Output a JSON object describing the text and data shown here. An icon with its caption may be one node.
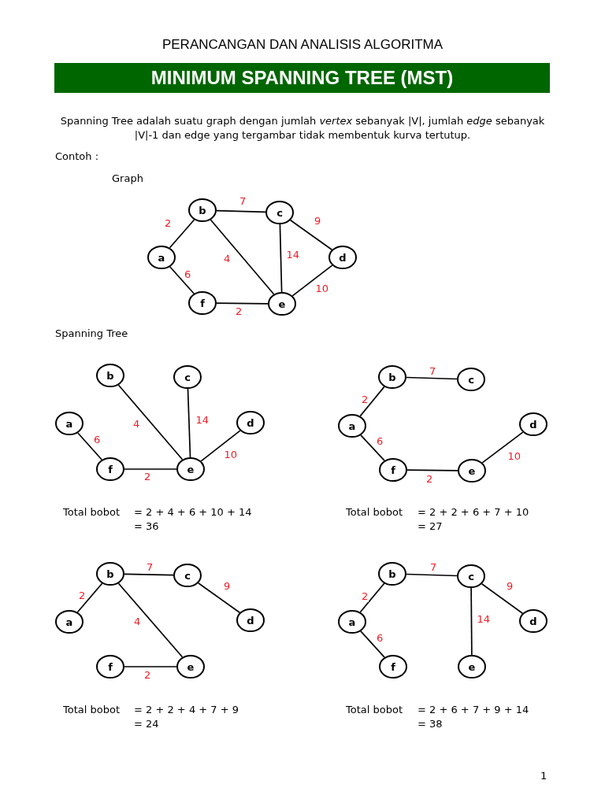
{
  "diagram": {
    "title": "MINIMUM SPANNING TREE (MST)",
    "nodes": [
      {
        "text": [
          "a"
        ]
      },
      {
        "text": [
          "b"
        ]
      },
      {
        "text": [
          "c"
        ]
      },
      {
        "text": [
          "d"
        ]
      },
      {
        "text": [
          "e"
        ]
      },
      {
        "text": [
          "f"
        ]
      },
      {
        "text": [
          "a"
        ]
      },
      {
        "text": [
          "b"
        ]
      },
      {
        "text": [
          "c"
        ]
      },
      {
        "text": [
          "d"
        ]
      },
      {
        "text": [
          "e"
        ]
      },
      {
        "text": [
          "f"
        ]
      },
      {
        "text": [
          "a"
        ]
      },
      {
        "text": [
          "b"
        ]
      },
      {
        "text": [
          "c"
        ]
      },
      {
        "text": [
          "d"
        ]
      },
      {
        "text": [
          "e"
        ]
      },
      {
        "text": [
          "f"
        ]
      },
      {
        "text": [
          "a"
        ]
      },
      {
        "text": [
          "b"
        ]
      },
      {
        "text": [
          "c"
        ]
      },
      {
        "text": [
          "d"
        ]
      },
      {
        "text": [
          "e"
        ]
      },
      {
        "text": [
          "f"
        ]
      },
      {
        "text": [
          "a"
        ]
      },
      {
        "text": [
          "b"
        ]
      },
      {
        "text": [
          "c"
        ]
      },
      {
        "text": [
          "d"
        ]
      },
      {
        "text": [
          "e"
        ]
      },
      {
        "text": [
          "f"
        ]
      }
    ],
    "edges": [
      {
        "from": 0,
        "to": 1,
        "arrow": "none",
        "label": "2"
      },
      {
        "from": 1,
        "to": 2,
        "arrow": "none",
        "label": "7"
      },
      {
        "from": 2,
        "to": 3,
        "arrow": "none",
        "label": "9"
      },
      {
        "from": 1,
        "to": 4,
        "arrow": "none",
        "label": "4"
      },
      {
        "from": 2,
        "to": 4,
        "arrow": "none",
        "label": "14"
      },
      {
        "from": 3,
        "to": 4,
        "arrow": "none",
        "label": "10"
      },
      {
        "from": 0,
        "to": 5,
        "arrow": "none",
        "label": "6"
      },
      {
        "from": 5,
        "to": 4,
        "arrow": "none",
        "label": "2"
      },
      {
        "from": 6,
        "to": 11,
        "arrow": "none",
        "label": "6"
      },
      {
        "from": 7,
        "to": 10,
        "arrow": "none",
        "label": "4"
      },
      {
        "from": 8,
        "to": 10,
        "arrow": "none",
        "label": "14"
      },
      {
        "from": 9,
        "to": 10,
        "arrow": "none",
        "label": "10"
      },
      {
        "from": 11,
        "to": 10,
        "arrow": "none",
        "label": "2"
      },
      {
        "from": 12,
        "to": 13,
        "arrow": "none",
        "label": "2"
      },
      {
        "from": 13,
        "to": 14,
        "arrow": "none",
        "label": "7"
      },
      {
        "from": 12,
        "to": 17,
        "arrow": "none",
        "label": "6"
      },
      {
        "from": 17,
        "to": 16,
        "arrow": "none",
        "label": "2"
      },
      {
        "from": 15,
        "to": 16,
        "arrow": "none",
        "label": "10"
      },
      {
        "from": 18,
        "to": 19,
        "arrow": "none",
        "label": "2"
      },
      {
        "from": 19,
        "to": 20,
        "arrow": "none",
        "label": "7"
      },
      {
        "from": 20,
        "to": 21,
        "arrow": "none",
        "label": "9"
      },
      {
        "from": 19,
        "to": 22,
        "arrow": "none",
        "label": "4"
      },
      {
        "from": 23,
        "to": 22,
        "arrow": "none",
        "label": "2"
      },
      {
        "from": 24,
        "to": 25,
        "arrow": "none",
        "label": "2"
      },
      {
        "from": 25,
        "to": 26,
        "arrow": "none",
        "label": "7"
      },
      {
        "from": 26,
        "to": 27,
        "arrow": "none",
        "label": "9"
      },
      {
        "from": 26,
        "to": 28,
        "arrow": "none",
        "label": "14"
      },
      {
        "from": 24,
        "to": 29,
        "arrow": "none",
        "label": "6"
      }
    ],
    "labels": [
      "PERANCANGAN DAN ANALISIS ALGORITMA",
      "Spanning Tree adalah suatu graph dengan jumlah *vertex* sebanyak |V|, jumlah *edge* sebanyak |V|-1 dan edge yang tergambar tidak membentuk kurva tertutup.",
      "Contoh :",
      "Graph",
      "Spanning Tree",
      "Total bobot",
      "= 2 + 4 + 6 + 10 + 14",
      "= 36",
      "Total bobot",
      "= 2 + 2 + 6 + 7 + 10",
      "= 27",
      "Total bobot",
      "= 2 + 2 + 4 + 7 + 9",
      "= 24",
      "Total bobot",
      "= 2 + 6 + 7 + 9 + 14",
      "= 38",
      "1"
    ]
  }
}
